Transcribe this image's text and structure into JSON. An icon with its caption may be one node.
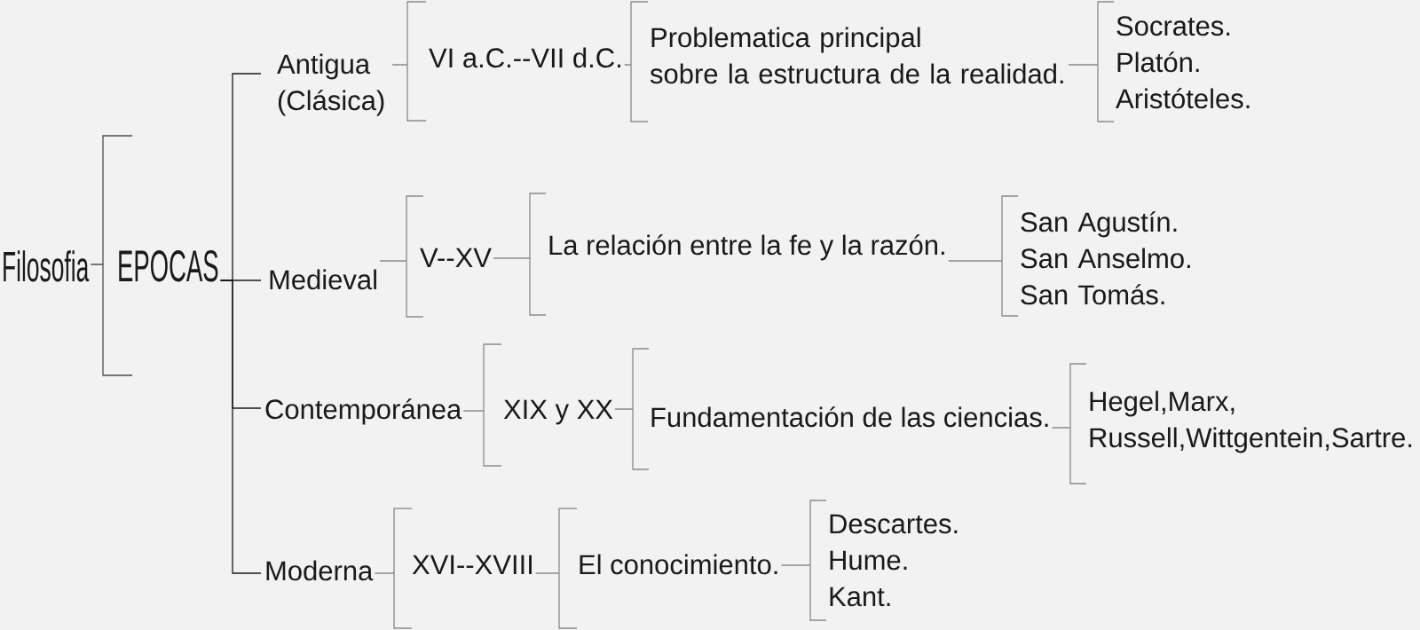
{
  "diagram": {
    "nodes": [
      {
        "text": [
          "Filosofia"
        ]
      },
      {
        "text": [
          "EPOCAS"
        ]
      },
      {
        "text": [
          "Antigua (Clásica)"
        ]
      },
      {
        "text": [
          "VI a.C.--VII d.C."
        ]
      },
      {
        "text": [
          "Problematica principal sobre la estructura de la realidad."
        ]
      },
      {
        "text": [
          "Socrates.",
          "Platón.",
          "Aristóteles."
        ]
      },
      {
        "text": [
          "Medieval"
        ]
      },
      {
        "text": [
          "V--XV"
        ]
      },
      {
        "text": [
          "La relación entre la fe y la razón."
        ]
      },
      {
        "text": [
          "San Agustín.",
          "San Anselmo.",
          "San Tomás."
        ]
      },
      {
        "text": [
          "Contemporánea"
        ]
      },
      {
        "text": [
          "XIX y XX"
        ]
      },
      {
        "text": [
          "Fundamentación de las ciencias."
        ]
      },
      {
        "text": [
          "Hegel,Marx, Russell,Wittgentein,Sartre."
        ]
      },
      {
        "text": [
          "Moderna"
        ]
      },
      {
        "text": [
          "XVI--XVIII"
        ]
      },
      {
        "text": [
          "El conocimiento."
        ]
      },
      {
        "text": [
          "Descartes.",
          "Hume.",
          "Kant."
        ]
      }
    ],
    "edges": [
      {
        "from": 0,
        "to": 1,
        "arrow": "none",
        "color": "#4d4d4d"
      },
      {
        "from": 1,
        "to": 2,
        "arrow": "none",
        "color": "#1a1a1a"
      },
      {
        "from": 1,
        "to": 6,
        "arrow": "none",
        "color": "#1a1a1a"
      },
      {
        "from": 1,
        "to": 10,
        "arrow": "none",
        "color": "#1a1a1a"
      },
      {
        "from": 1,
        "to": 14,
        "arrow": "none",
        "color": "#1a1a1a"
      },
      {
        "from": 2,
        "to": 3,
        "arrow": "none"
      },
      {
        "from": 3,
        "to": 4,
        "arrow": "none"
      },
      {
        "from": 4,
        "to": 5,
        "arrow": "none"
      },
      {
        "from": 6,
        "to": 7,
        "arrow": "none"
      },
      {
        "from": 7,
        "to": 8,
        "arrow": "none"
      },
      {
        "from": 8,
        "to": 9,
        "arrow": "none"
      },
      {
        "from": 10,
        "to": 11,
        "arrow": "none"
      },
      {
        "from": 11,
        "to": 12,
        "arrow": "none"
      },
      {
        "from": 12,
        "to": 13,
        "arrow": "none"
      },
      {
        "from": 14,
        "to": 15,
        "arrow": "none"
      },
      {
        "from": 15,
        "to": 16,
        "arrow": "none"
      },
      {
        "from": 16,
        "to": 17,
        "arrow": "none"
      }
    ]
  }
}
